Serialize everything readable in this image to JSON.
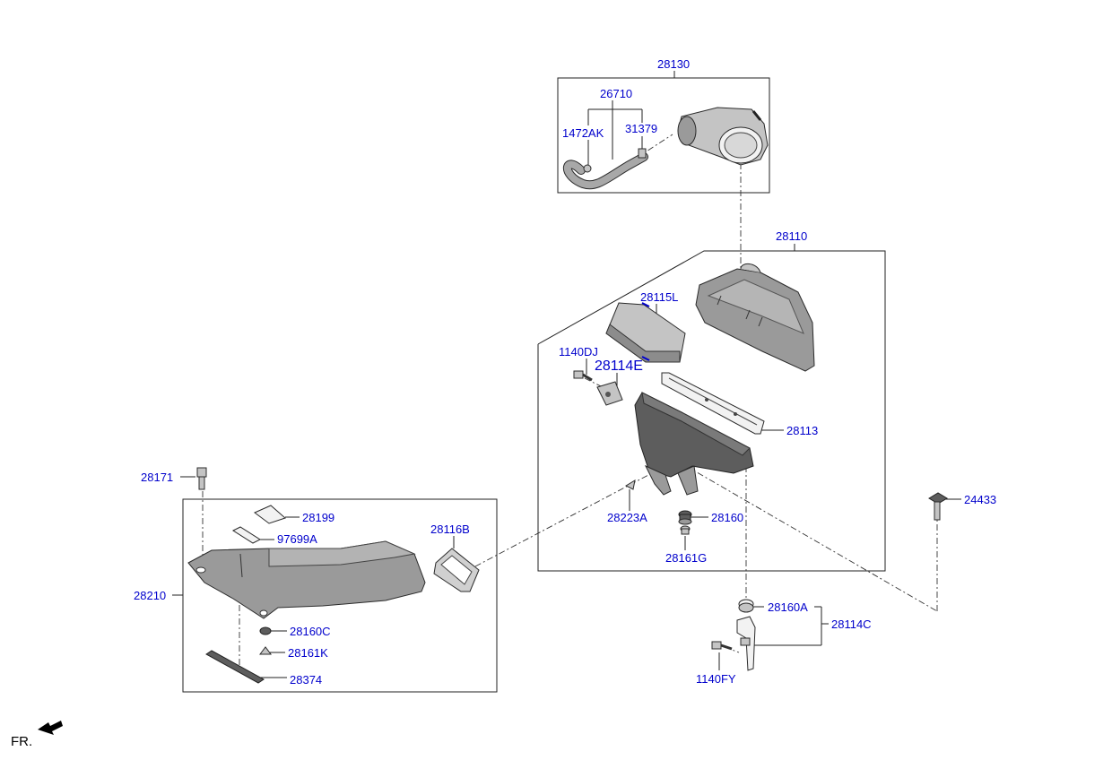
{
  "labels": {
    "p28130": "28130",
    "p26710": "26710",
    "p1472AK": "1472AK",
    "p31379": "31379",
    "p28110": "28110",
    "p28115L": "28115L",
    "p1140DJ": "1140DJ",
    "p28114E": "28114E",
    "p28113": "28113",
    "p28223A": "28223A",
    "p28160": "28160",
    "p28161G": "28161G",
    "p24433": "24433",
    "p28160A": "28160A",
    "p28114C": "28114C",
    "p1140FY": "1140FY",
    "p28171": "28171",
    "p28199": "28199",
    "p97699A": "97699A",
    "p28116B": "28116B",
    "p28210": "28210",
    "p28160C": "28160C",
    "p28161K": "28161K",
    "p28374": "28374"
  },
  "orientation": {
    "label": "FR."
  },
  "icons": {
    "front_arrow": "front-direction-arrow-icon"
  }
}
